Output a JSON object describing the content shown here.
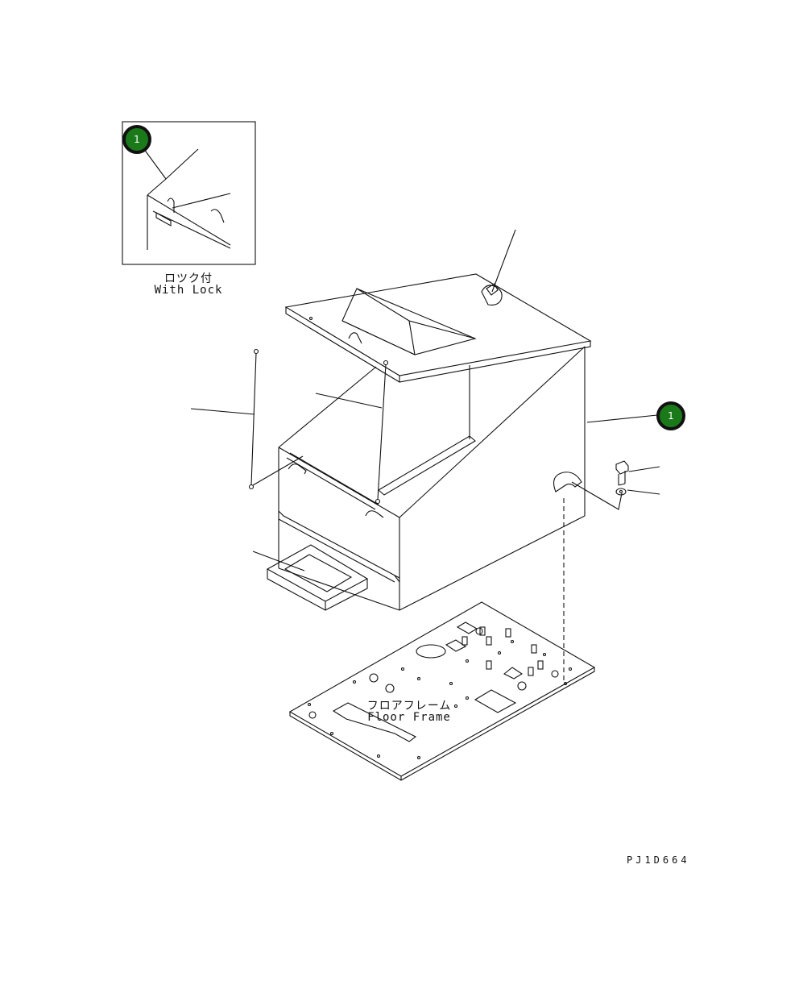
{
  "detail": {
    "label_jp": "ロツク付",
    "label_en": "With Lock"
  },
  "floor_frame": {
    "label_jp": "フロアフレーム",
    "label_en": "Floor Frame"
  },
  "callouts": [
    {
      "number": "1"
    },
    {
      "number": "1"
    }
  ],
  "drawing_code": "PJ1D664",
  "colors": {
    "callout_fill": "#1a7a1a",
    "line": "#111111"
  }
}
